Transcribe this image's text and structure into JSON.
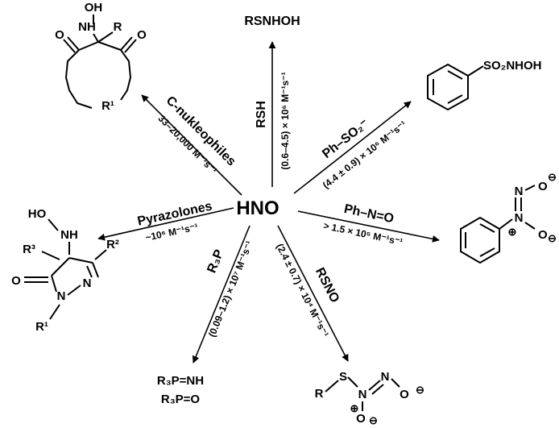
{
  "center": "HNO",
  "reactions": {
    "rsh": {
      "reagent": "RSH",
      "rate": "(0.6–4.5) × 10⁶ M⁻¹s⁻¹",
      "product": "RSNHOH"
    },
    "sulfinate": {
      "reagent": "Ph–SO₂⁻",
      "rate": "(4.4 ± 0.9) × 10⁶ M⁻¹s⁻¹",
      "product_substituent": "SO₂NHOH"
    },
    "nitroso": {
      "reagent": "Ph–N=O",
      "rate": "> 1.5 × 10⁵ M⁻¹s⁻¹"
    },
    "rsno": {
      "reagent": "RSNO",
      "rate": "(2.4 ± 0.7) × 10⁴ M⁻¹s⁻¹"
    },
    "phosphine": {
      "reagent": "R₃P",
      "rate": "(0.09–1.2) × 10⁷ M⁻¹s⁻¹",
      "product_1": "R₃P=NH",
      "product_2": "R₃P=O"
    },
    "pyrazolone": {
      "reagent": "Pyrazolones",
      "rate": "~10⁶ M⁻¹s⁻¹"
    },
    "c_nucleophile": {
      "reagent": "C-nukleophiles",
      "rate": "33–20,000 M⁻¹s⁻¹"
    }
  },
  "atoms": {
    "o": "O",
    "n": "N",
    "s": "S",
    "r": "R",
    "r1": "R¹",
    "r2": "R²",
    "r3": "R³",
    "oh": "OH",
    "hoh": "HO",
    "hoh_top": "OH",
    "nh": "NH",
    "plus": "⊕",
    "minus": "⊖"
  }
}
